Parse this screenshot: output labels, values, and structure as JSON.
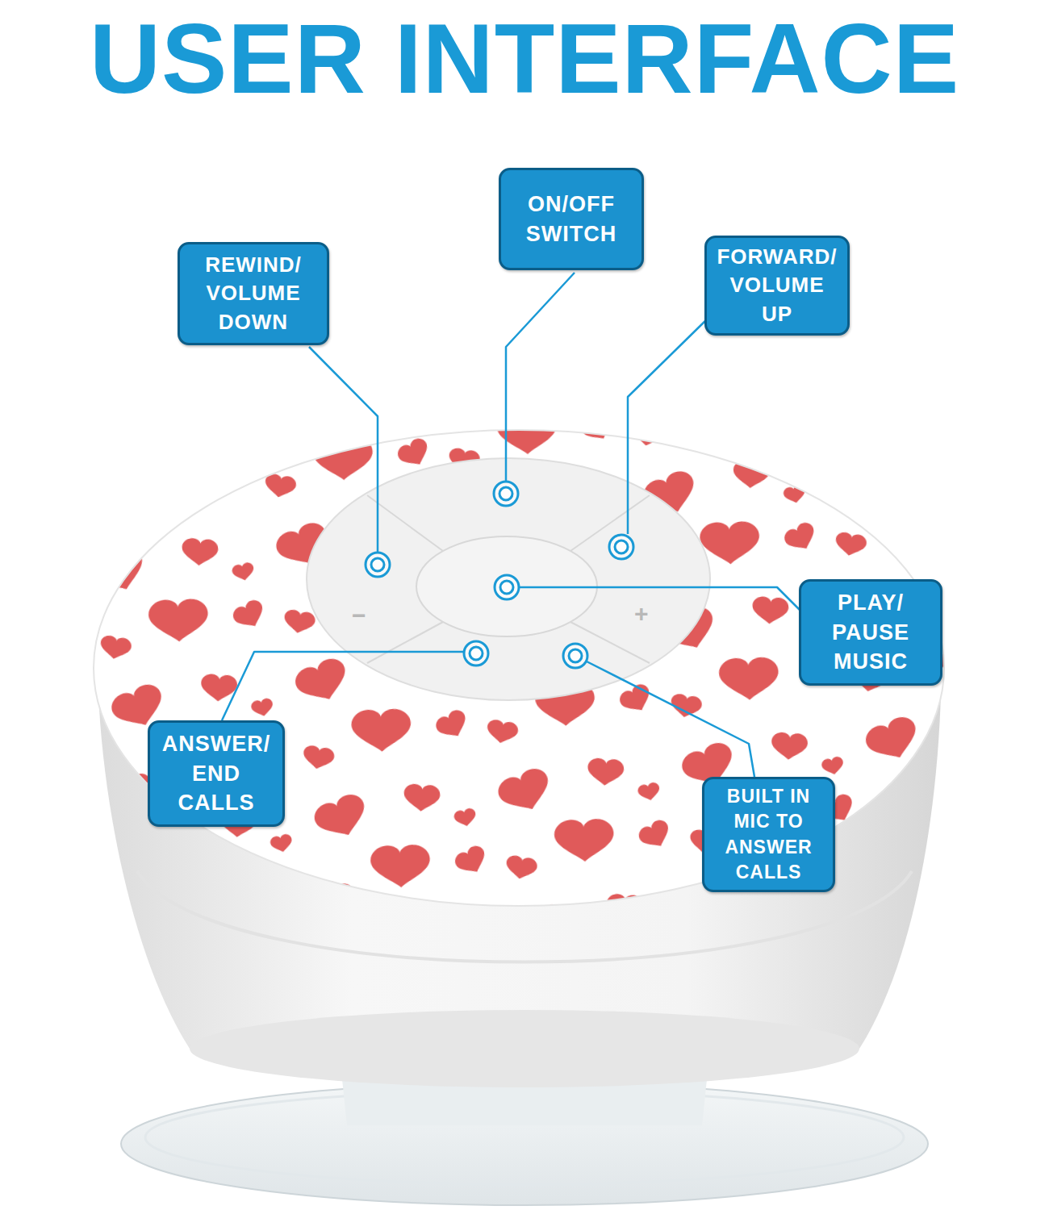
{
  "diagram": {
    "title": "USER INTERFACE",
    "nodes": [
      {
        "text": [
          "ON/OFF SWITCH"
        ]
      },
      {
        "text": [
          "REWIND/ VOLUME DOWN"
        ]
      },
      {
        "text": [
          "FORWARD/ VOLUME UP"
        ]
      },
      {
        "text": [
          "PLAY/ PAUSE MUSIC"
        ]
      },
      {
        "text": [
          "ANSWER/ END CALLS"
        ]
      },
      {
        "text": [
          "BUILT IN MIC TO ANSWER CALLS"
        ]
      }
    ],
    "labels": [
      "−",
      "+"
    ]
  }
}
